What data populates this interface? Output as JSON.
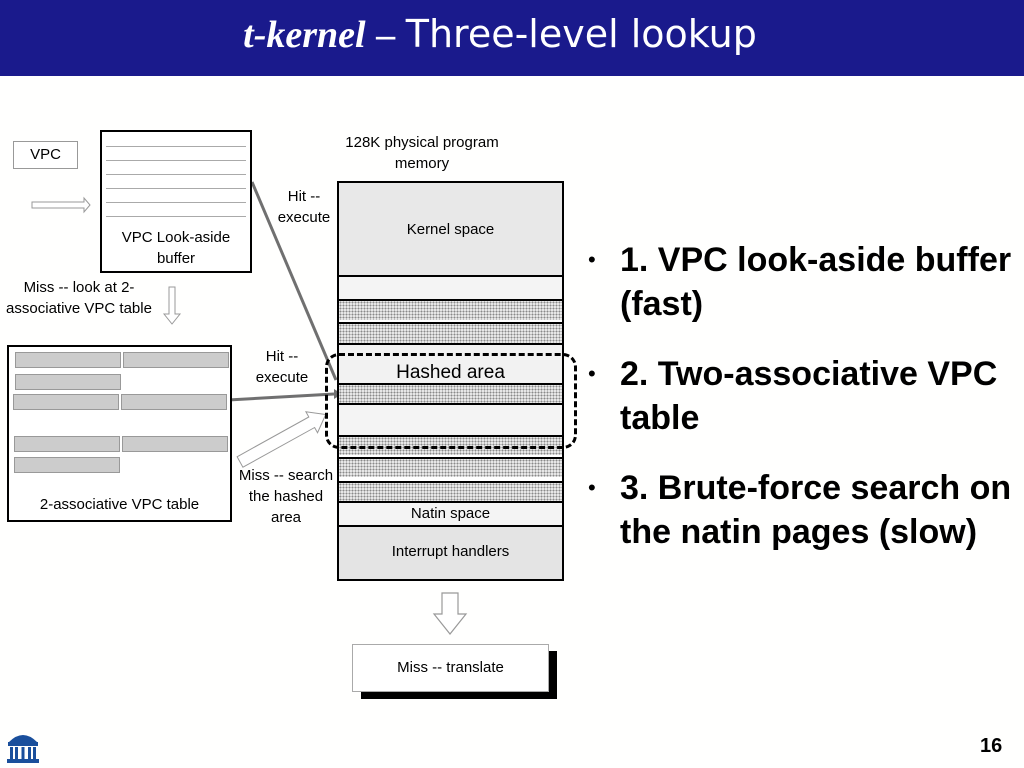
{
  "slide": {
    "title_italic": "t-kernel",
    "title_dash": "–",
    "title_rest": "Three-level lookup",
    "page_number": "16"
  },
  "diagram": {
    "vpc_label": "VPC",
    "lookaside_label": "VPC Look-aside buffer",
    "miss_lookaside": "Miss -- look at 2-associative VPC table",
    "assoc_table_label": "2-associative VPC table",
    "hit_execute_1": "Hit -- execute",
    "hit_execute_2": "Hit -- execute",
    "miss_search": "Miss -- search the hashed area",
    "memory_title": "128K physical program memory",
    "kernel_space": "Kernel space",
    "hashed_area": "Hashed area",
    "natin_space": "Natin space",
    "interrupt_handlers": "Interrupt handlers",
    "miss_translate": "Miss -- translate"
  },
  "bullets": [
    "1. VPC look-aside buffer (fast)",
    "2. Two-associative VPC table",
    "3. Brute-force search on the natin pages (slow)"
  ],
  "colors": {
    "title_bar": "#1a1a8c",
    "title_text": "#ffffff",
    "table_slot": "#cccccc",
    "memory_fill": "#e8e8e8"
  },
  "icons": {
    "logo": "rotunda-logo-icon"
  }
}
